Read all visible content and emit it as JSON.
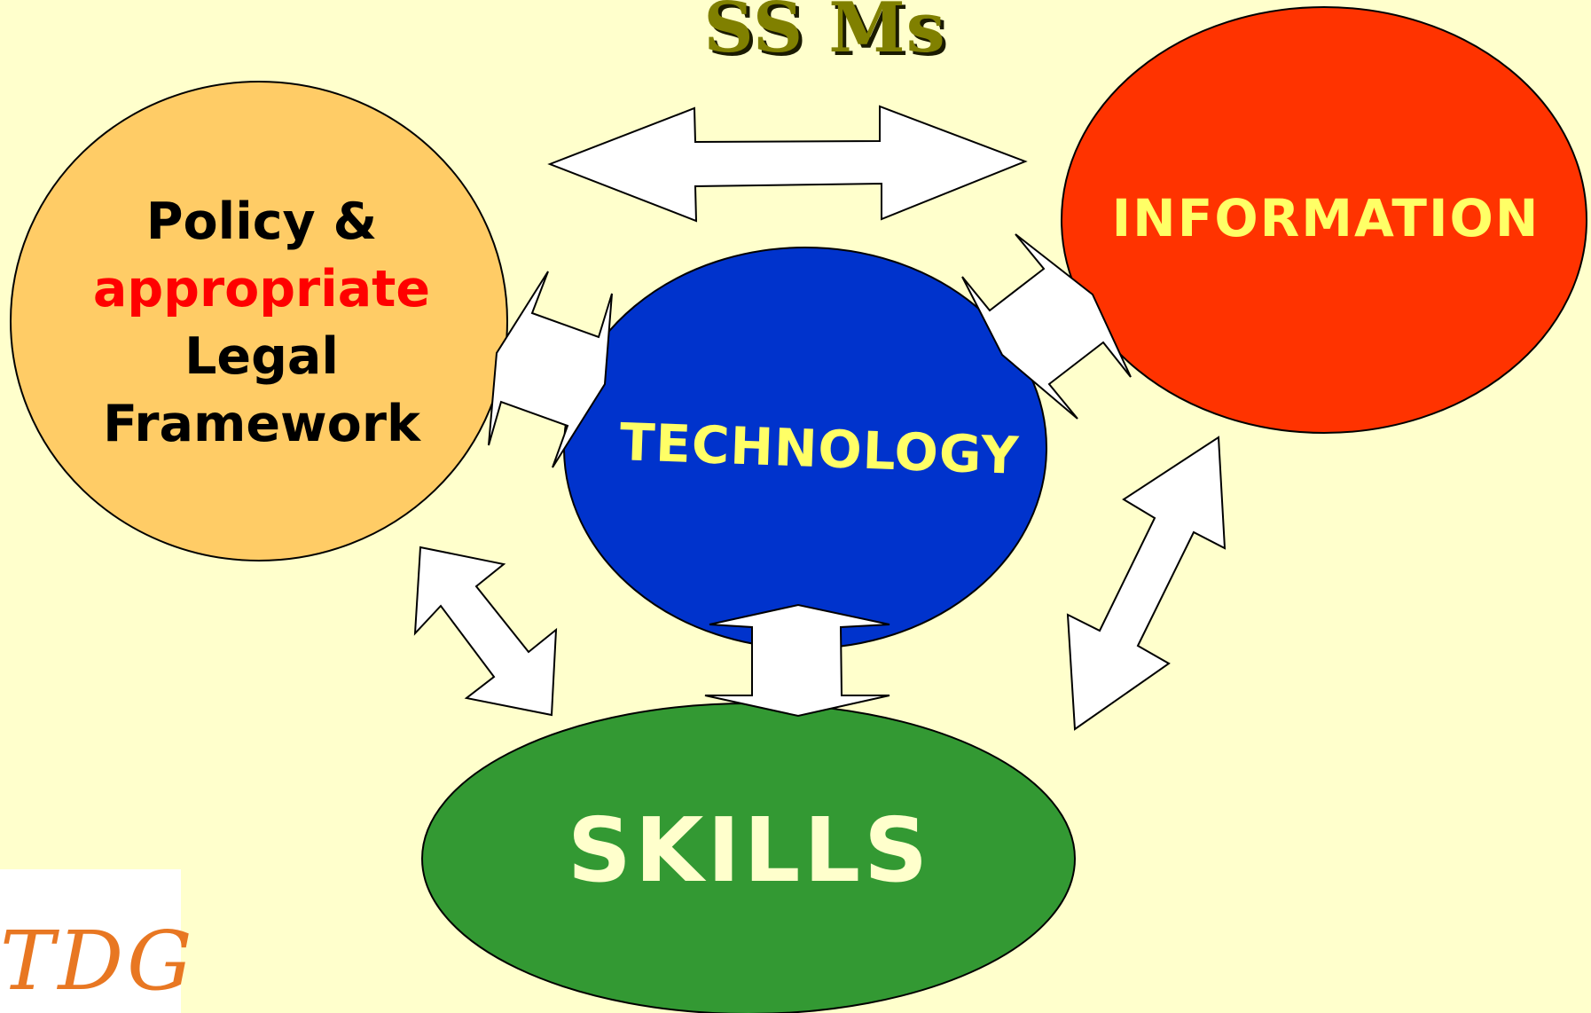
{
  "title": "SS Ms",
  "nodes": {
    "policy": {
      "line1": "Policy &",
      "line2": "appropriate",
      "line3": "Legal",
      "line4": "Framework"
    },
    "information": "INFORMATION",
    "technology": "TECHNOLOGY",
    "skills": "SKILLS"
  },
  "logo": "TDG",
  "colors": {
    "background": "#ffffcc",
    "policy_fill": "#ffcc66",
    "information_fill": "#ff3300",
    "technology_fill": "#0033cc",
    "skills_fill": "#339933",
    "title": "#808000",
    "highlight_text": "#ffff66",
    "logo": "#e87722"
  }
}
